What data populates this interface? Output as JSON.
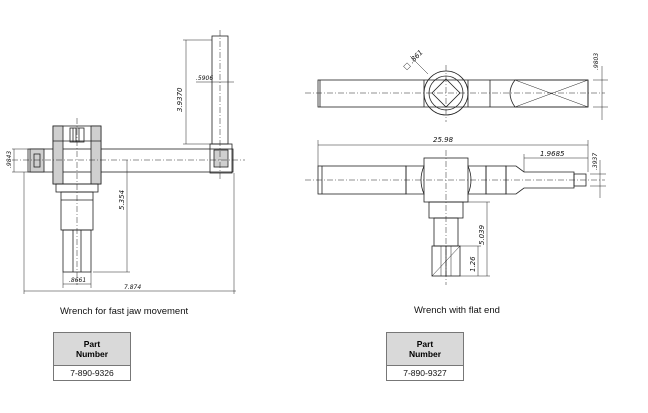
{
  "left": {
    "caption": "Wrench for fast jaw movement",
    "table_header_line1": "Part",
    "table_header_line2": "Number",
    "part_number": "7-890-9326",
    "dims": {
      "d1": "3.9370",
      "d2": ".5906",
      "d3": ".9843",
      "d4": "5.354",
      "d5": ".8661",
      "d6": "7.874"
    }
  },
  "right": {
    "caption": "Wrench with flat end",
    "table_header_line1": "Part",
    "table_header_line2": "Number",
    "part_number": "7-890-9327",
    "dims": {
      "d1": "□ .861",
      "d2": ".9803",
      "d3": "25.98",
      "d4": "1.9685",
      "d5": ".3937",
      "d6": "5.039",
      "d7": "1.26"
    }
  }
}
